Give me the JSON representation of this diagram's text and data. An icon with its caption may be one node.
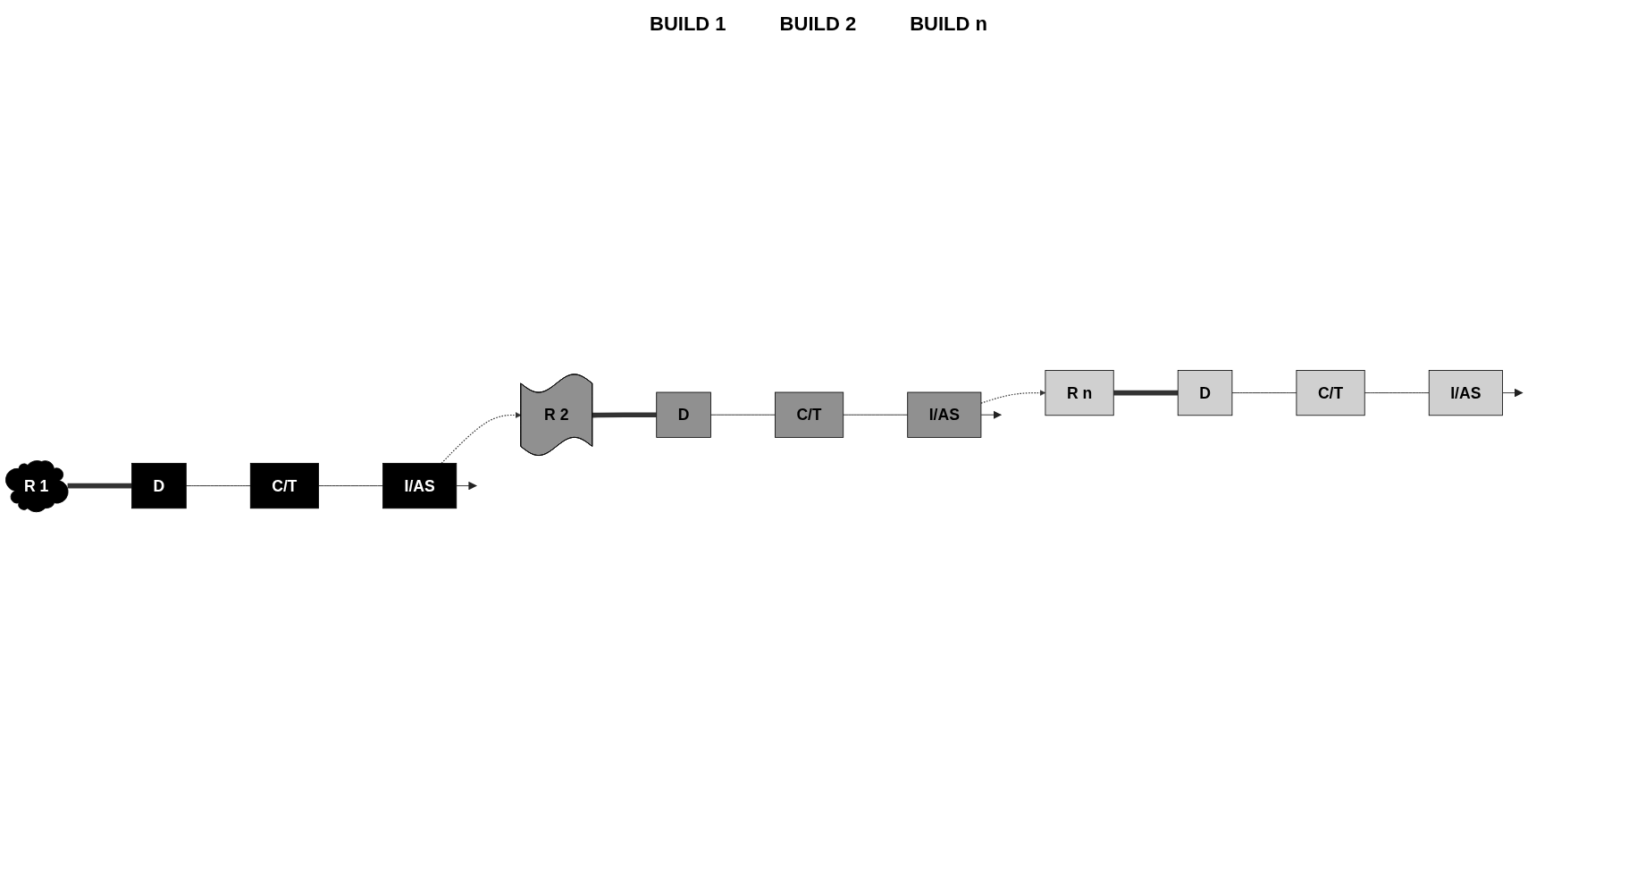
{
  "diagram": {
    "nodes": [
      {
        "text": [
          "R 1"
        ]
      },
      {
        "text": [
          "D"
        ]
      },
      {
        "text": [
          "C/T"
        ]
      },
      {
        "text": [
          "I/AS"
        ]
      },
      {
        "text": [
          "R 2"
        ]
      },
      {
        "text": [
          "D"
        ]
      },
      {
        "text": [
          "C/T"
        ]
      },
      {
        "text": [
          "I/AS"
        ]
      },
      {
        "text": [
          "R n"
        ]
      },
      {
        "text": [
          "D"
        ]
      },
      {
        "text": [
          "C/T"
        ]
      },
      {
        "text": [
          "I/AS"
        ]
      }
    ],
    "edges": [
      {
        "from": 0,
        "to": 1,
        "arrow": "none",
        "style": "thick"
      },
      {
        "from": 1,
        "to": 2,
        "arrow": "none"
      },
      {
        "from": 2,
        "to": 3,
        "arrow": "none"
      },
      {
        "from": 3,
        "to": null,
        "arrow": "to"
      },
      {
        "from": 3,
        "to": 4,
        "arrow": "to",
        "style": "dashed"
      },
      {
        "from": 4,
        "to": 5,
        "arrow": "none",
        "style": "thick"
      },
      {
        "from": 5,
        "to": 6,
        "arrow": "none"
      },
      {
        "from": 6,
        "to": 7,
        "arrow": "none"
      },
      {
        "from": 7,
        "to": null,
        "arrow": "to"
      },
      {
        "from": 7,
        "to": 8,
        "arrow": "to",
        "style": "dashed"
      },
      {
        "from": 8,
        "to": 9,
        "arrow": "none",
        "style": "thick"
      },
      {
        "from": 9,
        "to": 10,
        "arrow": "none"
      },
      {
        "from": 10,
        "to": 11,
        "arrow": "none"
      },
      {
        "from": 11,
        "to": null,
        "arrow": "to"
      }
    ],
    "labels": [
      "BUILD 1",
      "BUILD 2",
      "BUILD n"
    ]
  }
}
